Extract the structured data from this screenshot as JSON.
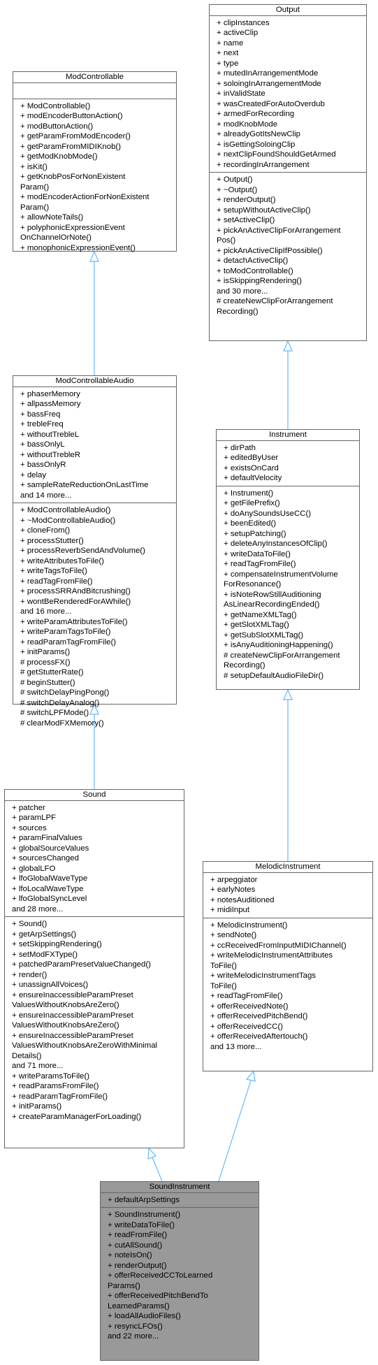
{
  "classes": [
    {
      "id": "Output",
      "name": "Output",
      "highlight": false,
      "attributes": [
        "+ clipInstances",
        "+ activeClip",
        "+ name",
        "+ next",
        "+ type",
        "+ mutedInArrangementMode",
        "+ soloingInArrangementMode",
        "+ inValidState",
        "+ wasCreatedForAutoOverdub",
        "+ armedForRecording",
        "+ modKnobMode",
        "+ alreadyGotItsNewClip",
        "+ isGettingSoloingClip",
        "+ nextClipFoundShouldGetArmed",
        "+ recordingInArrangement"
      ],
      "operations": [
        "+ Output()",
        "+ ~Output()",
        "+ renderOutput()",
        "+ setupWithoutActiveClip()",
        "+ setActiveClip()",
        "+ pickAnActiveClipForArrangement",
        "Pos()",
        "+ pickAnActiveClipIfPossible()",
        "+ detachActiveClip()",
        "+ toModControllable()",
        "+ isSkippingRendering()",
        "and 30 more...",
        "# createNewClipForArrangement",
        "Recording()"
      ]
    },
    {
      "id": "ModControllable",
      "name": "ModControllable",
      "highlight": false,
      "attributes": [],
      "operations": [
        "+ ModControllable()",
        "+ modEncoderButtonAction()",
        "+ modButtonAction()",
        "+ getParamFromModEncoder()",
        "+ getParamFromMIDIKnob()",
        "+ getModKnobMode()",
        "+ isKit()",
        "+ getKnobPosForNonExistent",
        "Param()",
        "+ modEncoderActionForNonExistent",
        "Param()",
        "+ allowNoteTails()",
        "+ polyphonicExpressionEvent",
        "OnChannelOrNote()",
        "+ monophonicExpressionEvent()"
      ]
    },
    {
      "id": "ModControllableAudio",
      "name": "ModControllableAudio",
      "highlight": false,
      "attributes": [
        "+ phaserMemory",
        "+ allpassMemory",
        "+ bassFreq",
        "+ trebleFreq",
        "+ withoutTrebleL",
        "+ bassOnlyL",
        "+ withoutTrebleR",
        "+ bassOnlyR",
        "+ delay",
        "+ sampleRateReductionOnLastTime",
        "and 14 more..."
      ],
      "operations": [
        "+ ModControllableAudio()",
        "+ ~ModControllableAudio()",
        "+ cloneFrom()",
        "+ processStutter()",
        "+ processReverbSendAndVolume()",
        "+ writeAttributesToFile()",
        "+ writeTagsToFile()",
        "+ readTagFromFile()",
        "+ processSRRAndBitcrushing()",
        "+ wontBeRenderedForAWhile()",
        "and 16 more...",
        "+ writeParamAttributesToFile()",
        "+ writeParamTagsToFile()",
        "+ readParamTagFromFile()",
        "+ initParams()",
        "# processFX()",
        "# getStutterRate()",
        "# beginStutter()",
        "# switchDelayPingPong()",
        "# switchDelayAnalog()",
        "# switchLPFMode()",
        "# clearModFXMemory()"
      ]
    },
    {
      "id": "Instrument",
      "name": "Instrument",
      "highlight": false,
      "attributes": [
        "+ dirPath",
        "+ editedByUser",
        "+ existsOnCard",
        "+ defaultVelocity"
      ],
      "operations": [
        "+ Instrument()",
        "+ getFilePrefix()",
        "+ doAnySoundsUseCC()",
        "+ beenEdited()",
        "+ setupPatching()",
        "+ deleteAnyInstancesOfClip()",
        "+ writeDataToFile()",
        "+ readTagFromFile()",
        "+ compensateInstrumentVolume",
        "ForResonance()",
        "+ isNoteRowStillAuditioning",
        "AsLinearRecordingEnded()",
        "+ getNameXMLTag()",
        "+ getSlotXMLTag()",
        "+ getSubSlotXMLTag()",
        "+ isAnyAuditioningHappening()",
        "# createNewClipForArrangement",
        "Recording()",
        "# setupDefaultAudioFileDir()"
      ]
    },
    {
      "id": "Sound",
      "name": "Sound",
      "highlight": false,
      "attributes": [
        "+ patcher",
        "+ paramLPF",
        "+ sources",
        "+ paramFinalValues",
        "+ globalSourceValues",
        "+ sourcesChanged",
        "+ globalLFO",
        "+ lfoGlobalWaveType",
        "+ lfoLocalWaveType",
        "+ lfoGlobalSyncLevel",
        "and 28 more..."
      ],
      "operations": [
        "+ Sound()",
        "+ getArpSettings()",
        "+ setSkippingRendering()",
        "+ setModFXType()",
        "+ patchedParamPresetValueChanged()",
        "+ render()",
        "+ unassignAllVoices()",
        "+ ensureInaccessibleParamPreset",
        "ValuesWithoutKnobsAreZero()",
        "+ ensureInaccessibleParamPreset",
        "ValuesWithoutKnobsAreZero()",
        "+ ensureInaccessibleParamPreset",
        "ValuesWithoutKnobsAreZeroWithMinimal",
        "Details()",
        "and 71 more...",
        "+ writeParamsToFile()",
        "+ readParamsFromFile()",
        "+ readParamTagFromFile()",
        "+ initParams()",
        "+ createParamManagerForLoading()"
      ]
    },
    {
      "id": "MelodicInstrument",
      "name": "MelodicInstrument",
      "highlight": false,
      "attributes": [
        "+ arpeggiator",
        "+ earlyNotes",
        "+ notesAuditioned",
        "+ midiInput"
      ],
      "operations": [
        "+ MelodicInstrument()",
        "+ sendNote()",
        "+ ccReceivedFromInputMIDIChannel()",
        "+ writeMelodicInstrumentAttributes",
        "ToFile()",
        "+ writeMelodicInstrumentTags",
        "ToFile()",
        "+ readTagFromFile()",
        "+ offerReceivedNote()",
        "+ offerReceivedPitchBend()",
        "+ offerReceivedCC()",
        "+ offerReceivedAftertouch()",
        "and 13 more..."
      ]
    },
    {
      "id": "SoundInstrument",
      "name": "SoundInstrument",
      "highlight": true,
      "attributes": [
        "+ defaultArpSettings"
      ],
      "operations": [
        "+ SoundInstrument()",
        "+ writeDataToFile()",
        "+ readFromFile()",
        "+ cutAllSound()",
        "+ noteIsOn()",
        "+ renderOutput()",
        "+ offerReceivedCCToLearned",
        "Params()",
        "+ offerReceivedPitchBendTo",
        "LearnedParams()",
        "+ loadAllAudioFiles()",
        "+ resyncLFOs()",
        "and 22 more..."
      ]
    }
  ],
  "colors": {
    "edge": "#63b8ff",
    "border": "#666666",
    "highlight": "#999999"
  }
}
